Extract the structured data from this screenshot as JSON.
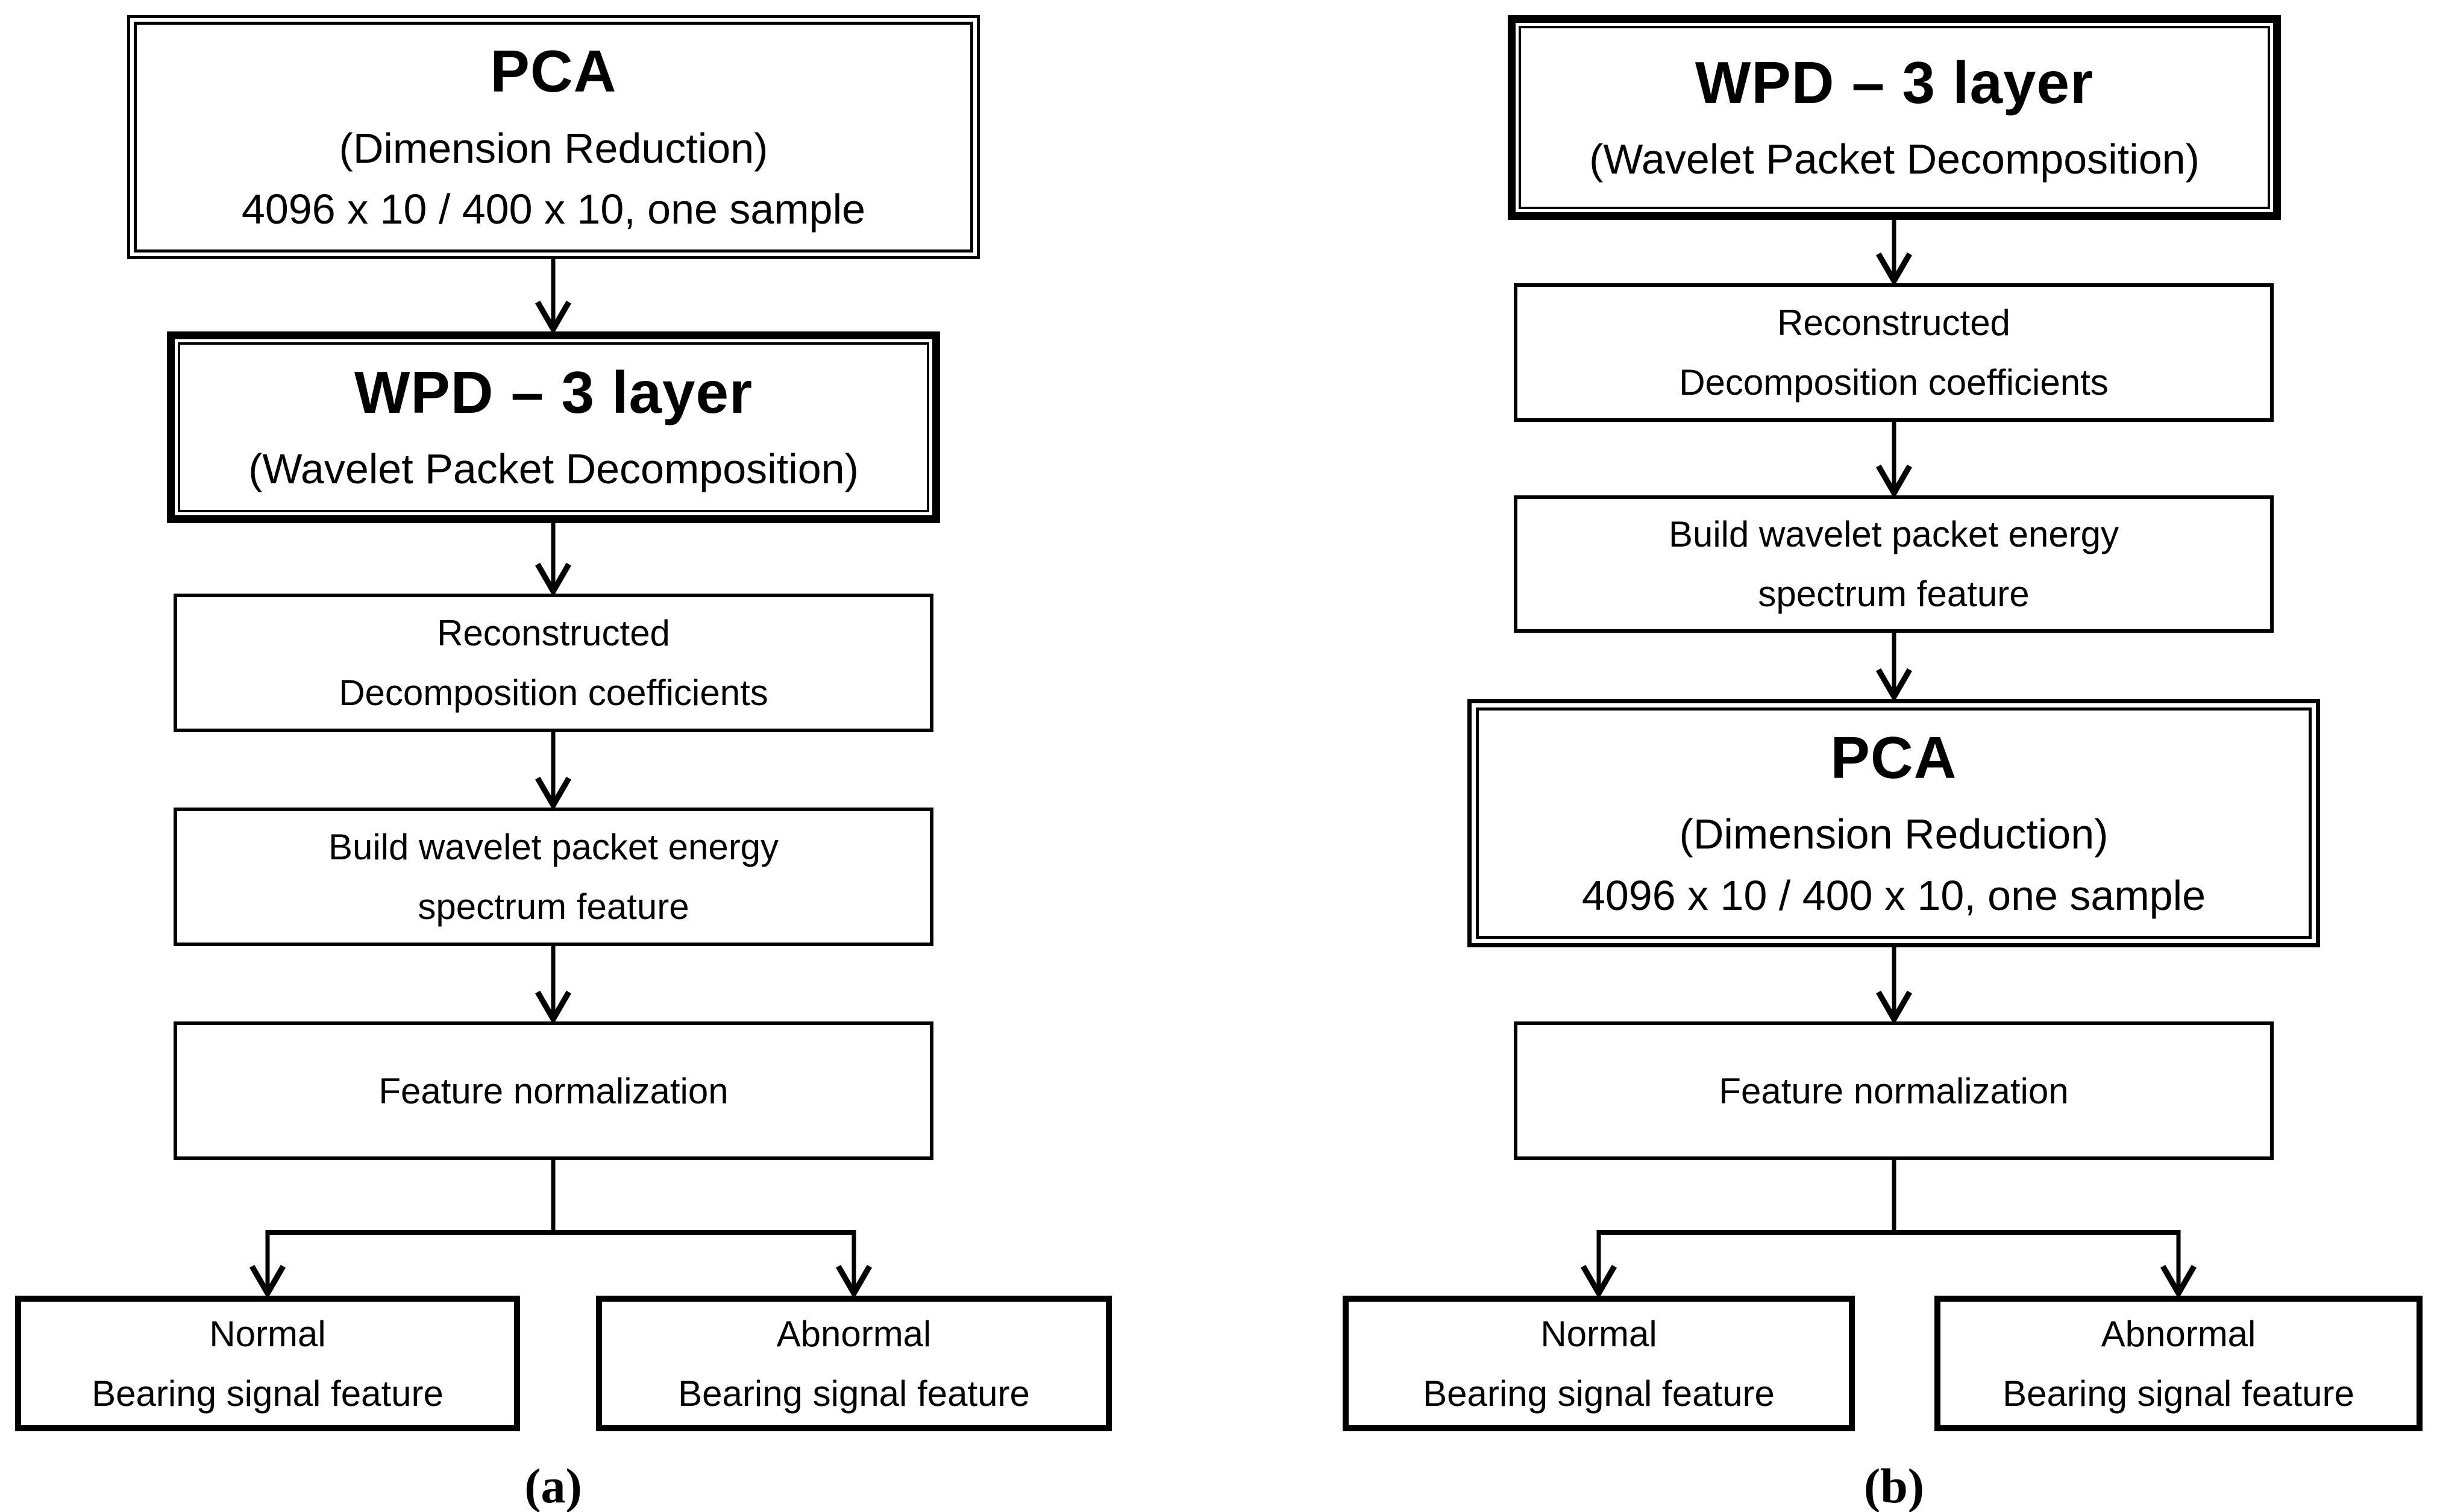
{
  "figure": {
    "background_color": "#ffffff",
    "ink_color": "#000000",
    "caption_a": "(a)",
    "caption_b": "(b)"
  },
  "panel_a": {
    "pca_title": "PCA",
    "pca_sub1": "(Dimension Reduction)",
    "pca_sub2": "4096 x 10 / 400 x 10, one sample",
    "wpd_title": "WPD – 3 layer",
    "wpd_sub": "(Wavelet Packet Decomposition)",
    "recon_line1": "Reconstructed",
    "recon_line2": "Decomposition coefficients",
    "energy_line1": "Build wavelet packet energy",
    "energy_line2": "spectrum feature",
    "normalize_label": "Feature normalization",
    "normal_line1": "Normal",
    "normal_line2": "Bearing signal feature",
    "abnormal_line1": "Abnormal",
    "abnormal_line2": "Bearing signal feature"
  },
  "panel_b": {
    "wpd_title": "WPD – 3 layer",
    "wpd_sub": "(Wavelet Packet Decomposition)",
    "recon_line1": "Reconstructed",
    "recon_line2": "Decomposition coefficients",
    "energy_line1": "Build wavelet packet energy",
    "energy_line2": "spectrum feature",
    "pca_title": "PCA",
    "pca_sub1": "(Dimension Reduction)",
    "pca_sub2": "4096 x 10 / 400 x 10, one sample",
    "normalize_label": "Feature normalization",
    "normal_line1": "Normal",
    "normal_line2": "Bearing signal feature",
    "abnormal_line1": "Abnormal",
    "abnormal_line2": "Bearing signal feature"
  }
}
